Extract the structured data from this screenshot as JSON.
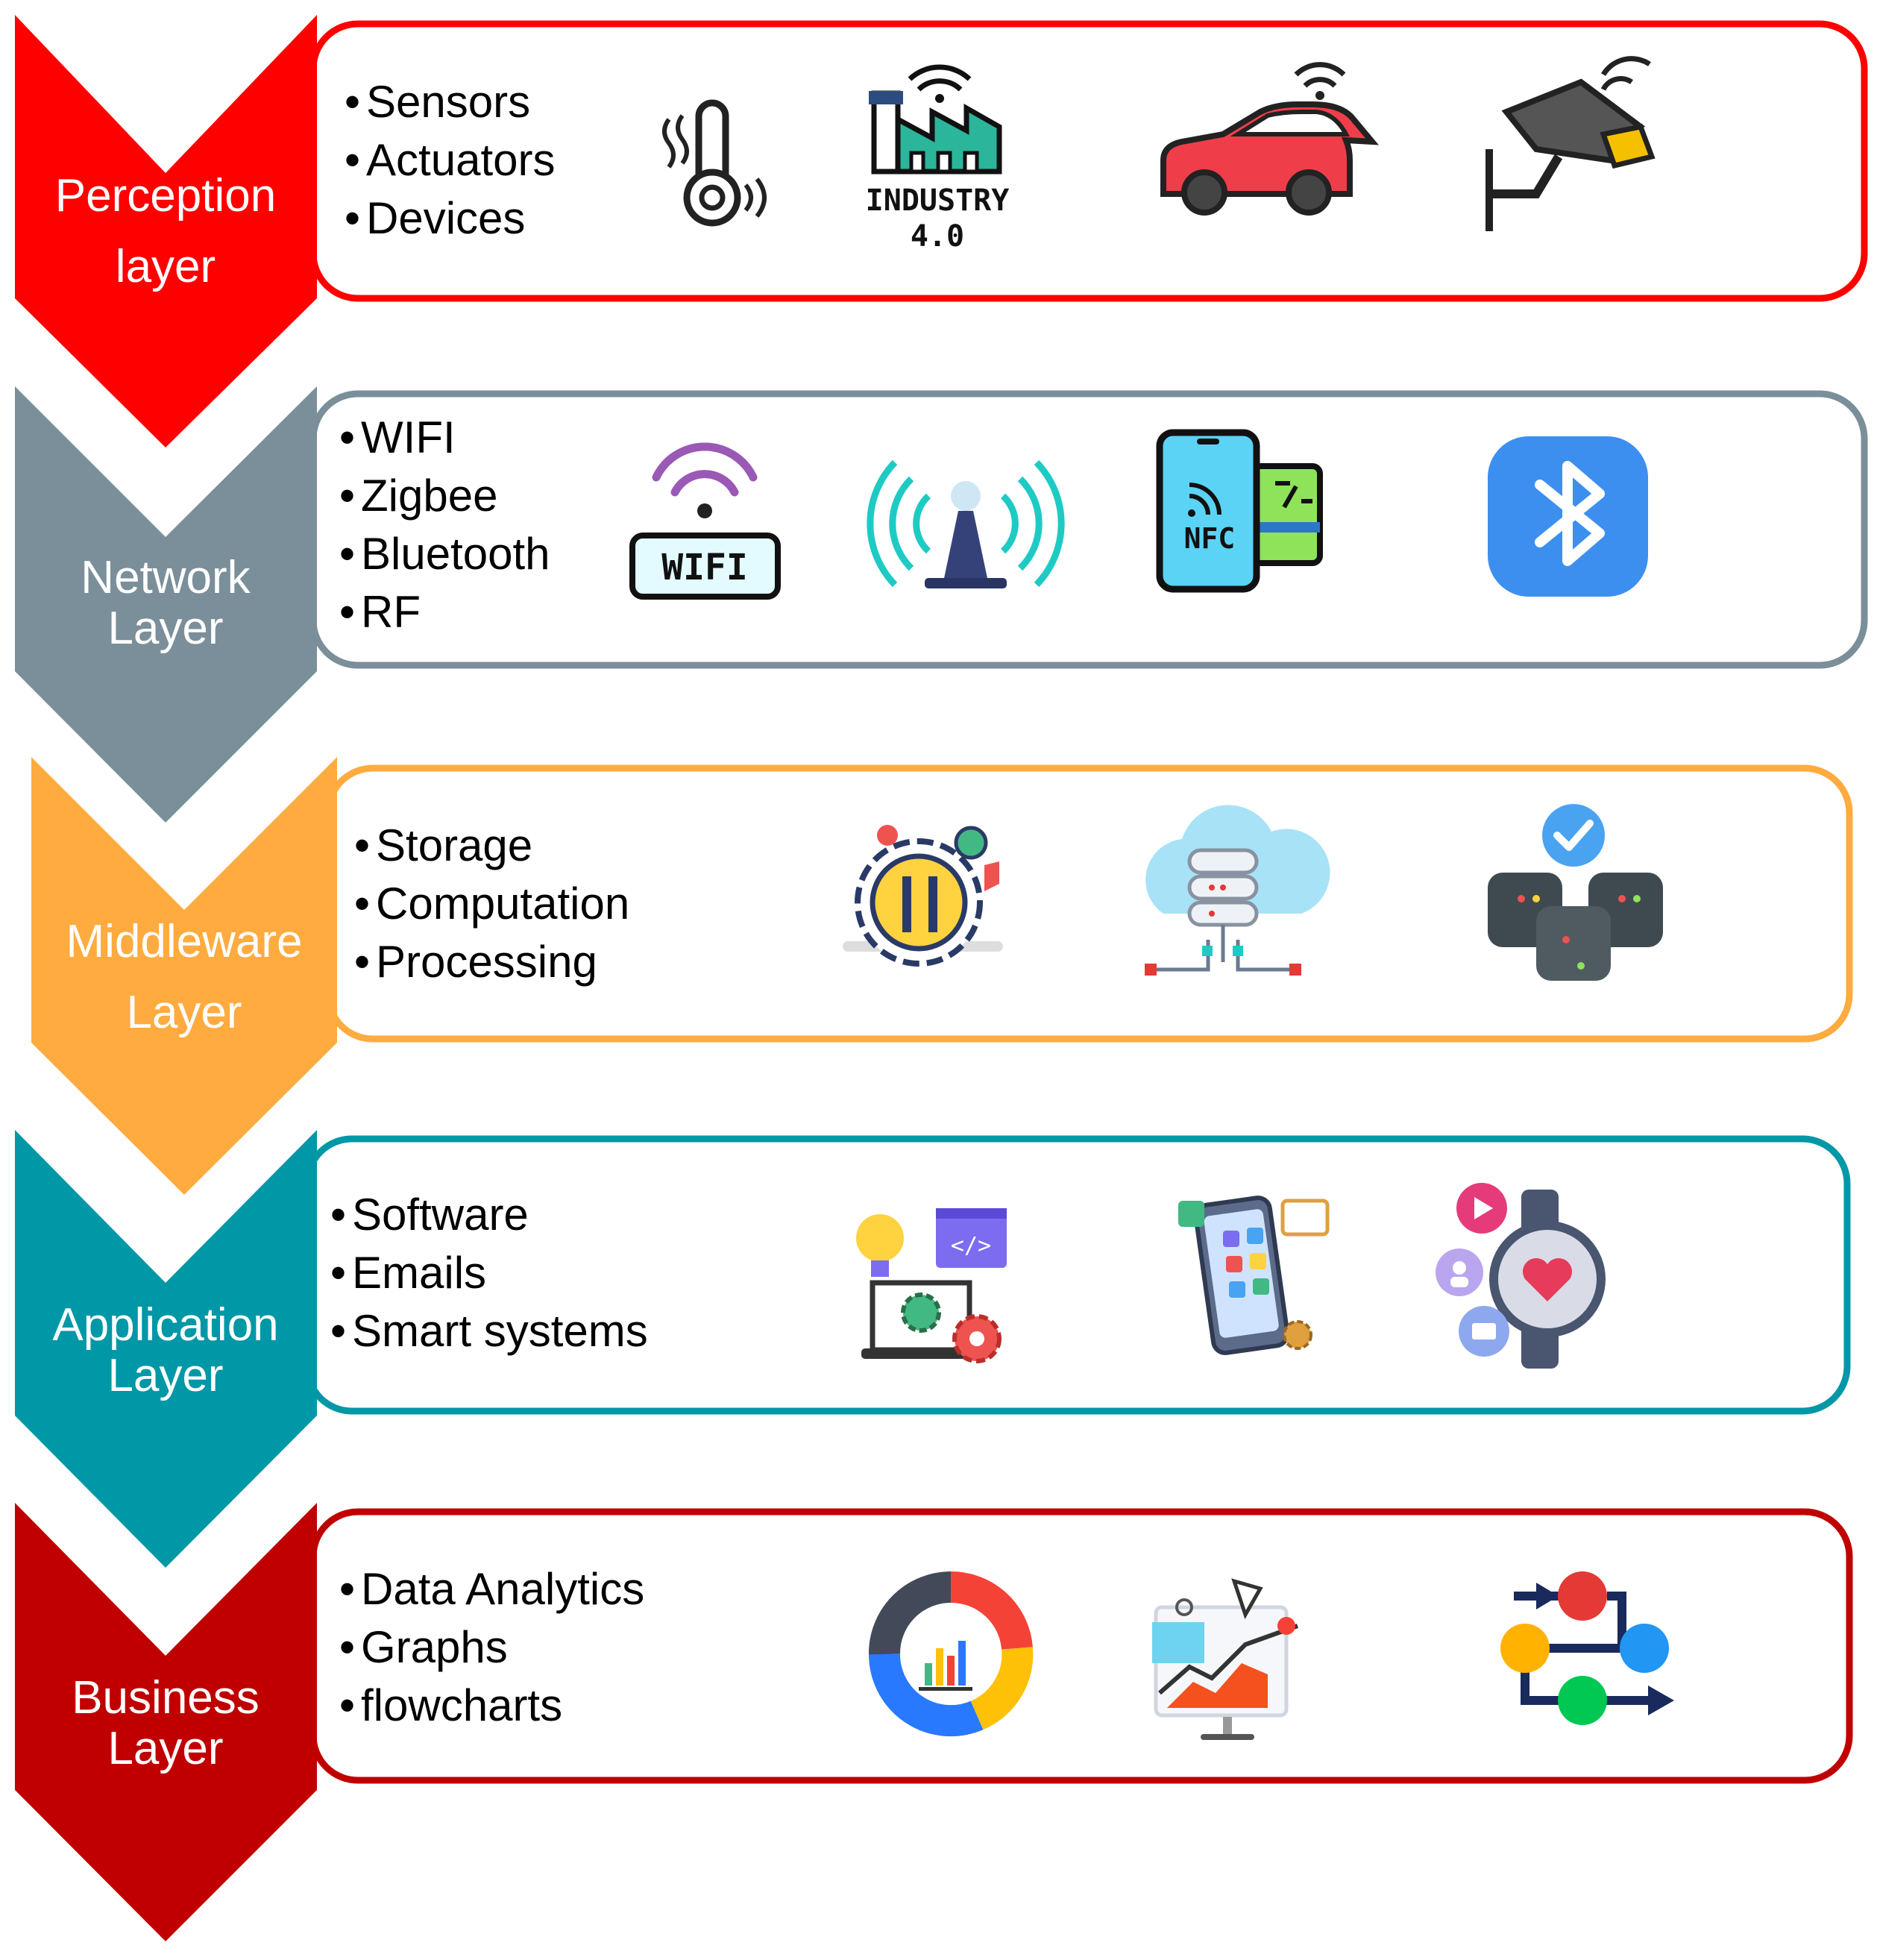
{
  "layers": [
    {
      "name_line1": "Perception",
      "name_line2": "layer",
      "color": "#ff0000",
      "items": [
        "Sensors",
        "Actuators",
        "Devices"
      ],
      "icons": [
        "thermometer-icon",
        "industry-4-0-icon",
        "connected-car-icon",
        "security-camera-icon"
      ],
      "icon_texts": {
        "industry_line1": "INDUSTRY",
        "industry_line2": "4.0"
      }
    },
    {
      "name_line1": "Network",
      "name_line2": "Layer",
      "color": "#7a8f99",
      "items": [
        "WIFI",
        "Zigbee",
        "Bluetooth",
        "RF"
      ],
      "icons": [
        "wifi-router-icon",
        "antenna-tower-icon",
        "nfc-phone-icon",
        "bluetooth-icon"
      ],
      "icon_texts": {
        "wifi": "WIFI",
        "nfc": "NFC"
      }
    },
    {
      "name_line1": "Middleware",
      "name_line2": "Layer",
      "color": "#ffab40",
      "items": [
        "Storage",
        "Computation",
        "Processing"
      ],
      "icons": [
        "gear-tools-icon",
        "cloud-database-icon",
        "database-check-icon"
      ]
    },
    {
      "name_line1": "Application",
      "name_line2": "Layer",
      "color": "#0097a7",
      "items": [
        "Software",
        "Emails",
        "Smart systems"
      ],
      "icons": [
        "software-development-icon",
        "mobile-apps-icon",
        "smartwatch-icon"
      ],
      "icon_texts": {
        "code": "</>"
      }
    },
    {
      "name_line1": "Business",
      "name_line2": "Layer",
      "color": "#c00000",
      "items": [
        "Data Analytics",
        "Graphs",
        "flowcharts"
      ],
      "icons": [
        "donut-analytics-icon",
        "monitor-graph-icon",
        "flowchart-icon"
      ]
    }
  ]
}
